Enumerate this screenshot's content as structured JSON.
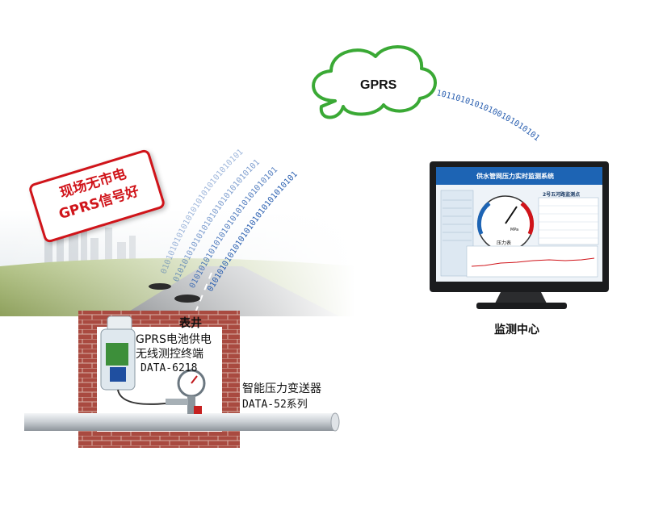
{
  "cloud": {
    "label": "GPRS"
  },
  "badge": {
    "line1": "现场无市电",
    "line2": "GPRS信号好"
  },
  "binary_stream": "010101010101010101010101010101",
  "binary_stream_right": "10110101010100101010101",
  "well_label": "表井",
  "terminal": {
    "line1": "GPRS电池供电",
    "line2": "无线测控终端",
    "line3": "DATA-6218"
  },
  "transmitter": {
    "line1": "智能压力变送器",
    "line2": "DATA-52系列"
  },
  "monitor": {
    "label": "监测中心",
    "screen_title": "供水管网压力实时监测系统",
    "panel_title": "2号五河路监测点",
    "gauge_label": "压力表",
    "gauge_unit": "MPa"
  },
  "colors": {
    "cloud_stroke": "#3aa935",
    "badge_red": "#d0141a",
    "brick": "#a94a40",
    "binary_blue": "#2a5fb0",
    "screen_blue": "#1d64b4"
  }
}
